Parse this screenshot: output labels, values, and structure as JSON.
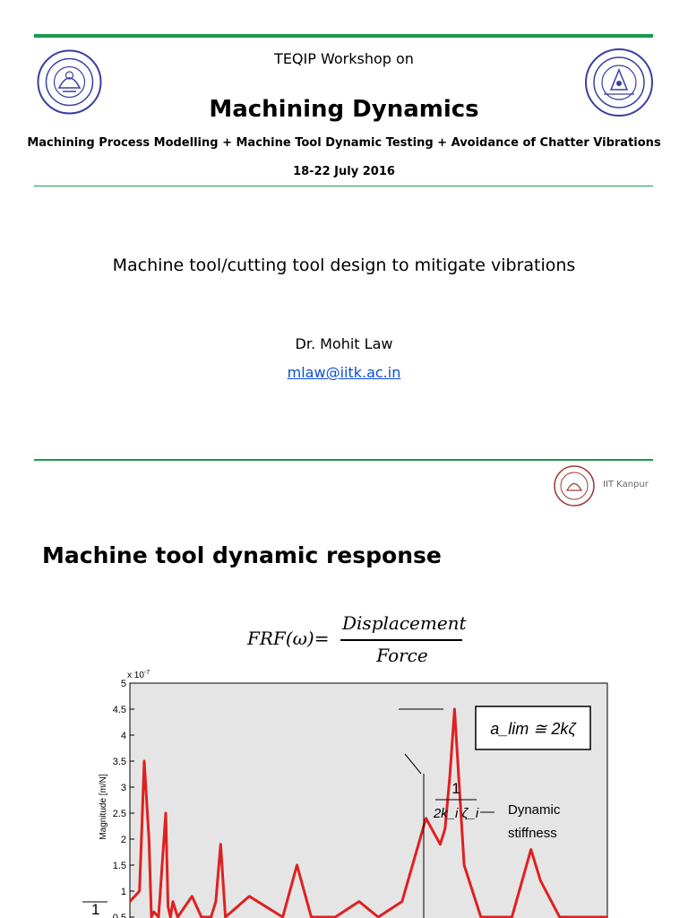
{
  "slide1": {
    "kicker": "TEQIP Workshop on",
    "title": "Machining Dynamics",
    "subtitle": "Machining Process Modelling + Machine Tool Dynamic Testing + Avoidance of Chatter Vibrations",
    "date": "18-22 July 2016",
    "talk_title": "Machine tool/cutting tool design to mitigate vibrations",
    "author": "Dr. Mohit Law",
    "email": "mlaw@iitk.ac.in"
  },
  "slide2": {
    "title": "Machine tool dynamic response",
    "logo_label": "IIT Kanpur",
    "formula": {
      "lhs": "FRF(ω)=",
      "numerator": "Displacement",
      "denominator": "Force"
    },
    "alim_box": "a_lim ≅ 2kζ",
    "stiffness_fraction": {
      "numerator": "1",
      "denominator": "2k_i ζ_i"
    },
    "stiffness_label_1": "Dynamic",
    "stiffness_label_2": "stiffness",
    "bottom_fraction_numerator": "1"
  },
  "chart_data": {
    "type": "line",
    "ylabel": "Magnitude [m/N]",
    "y_multiplier": "x 10",
    "y_exponent": "-7",
    "ylim": [
      0,
      5
    ],
    "yticks": [
      "5",
      "4.5",
      "4",
      "3.5",
      "3",
      "2.5",
      "2",
      "1.5",
      "1",
      "0.5"
    ],
    "grid": false,
    "series": [
      {
        "color": "#e02020",
        "x": [
          0.0,
          0.02,
          0.025,
          0.03,
          0.04,
          0.045,
          0.05,
          0.06,
          0.075,
          0.08,
          0.085,
          0.09,
          0.1,
          0.13,
          0.15,
          0.17,
          0.18,
          0.19,
          0.2,
          0.25,
          0.32,
          0.35,
          0.38,
          0.395,
          0.4,
          0.41,
          0.43,
          0.48,
          0.52,
          0.57,
          0.62,
          0.65,
          0.66,
          0.67,
          0.68,
          0.7,
          0.735,
          0.74,
          0.75,
          0.77,
          0.8,
          0.84,
          0.86,
          0.9,
          0.94,
          1.0
        ],
        "y": [
          0.8,
          1.0,
          2.2,
          3.5,
          2.0,
          0.5,
          0.6,
          0.5,
          2.5,
          0.7,
          0.5,
          0.8,
          0.5,
          0.9,
          0.5,
          0.5,
          0.8,
          1.9,
          0.5,
          0.9,
          0.5,
          1.5,
          0.5,
          0.5,
          0.5,
          0.5,
          0.5,
          0.8,
          0.5,
          0.8,
          2.4,
          1.9,
          2.2,
          3.2,
          4.5,
          1.5,
          0.5,
          0.5,
          0.5,
          0.5,
          0.5,
          1.8,
          1.2,
          0.5,
          0.5,
          0.5
        ]
      }
    ]
  }
}
